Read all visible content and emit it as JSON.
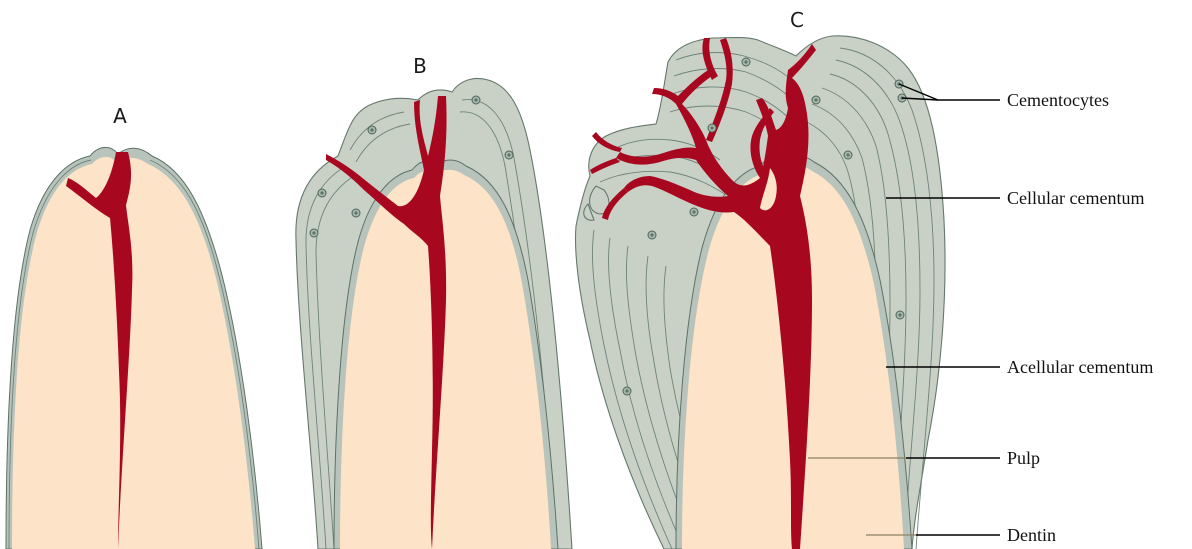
{
  "panels": {
    "a": {
      "letter": "A"
    },
    "b": {
      "letter": "B"
    },
    "c": {
      "letter": "C"
    }
  },
  "labels": {
    "cementocytes": "Cementocytes",
    "cellular_cementum": "Cellular cementum",
    "acellular_cementum": "Acellular cementum",
    "pulp": "Pulp",
    "dentin": "Dentin"
  },
  "colors": {
    "dentin": "#fde3c8",
    "pulp": "#a8081f",
    "cellular_cementum": "#c9d1c6",
    "acellular_cementum": "#b8c4bb",
    "growth_lines": "#6f8378",
    "background": "#ffffff"
  }
}
